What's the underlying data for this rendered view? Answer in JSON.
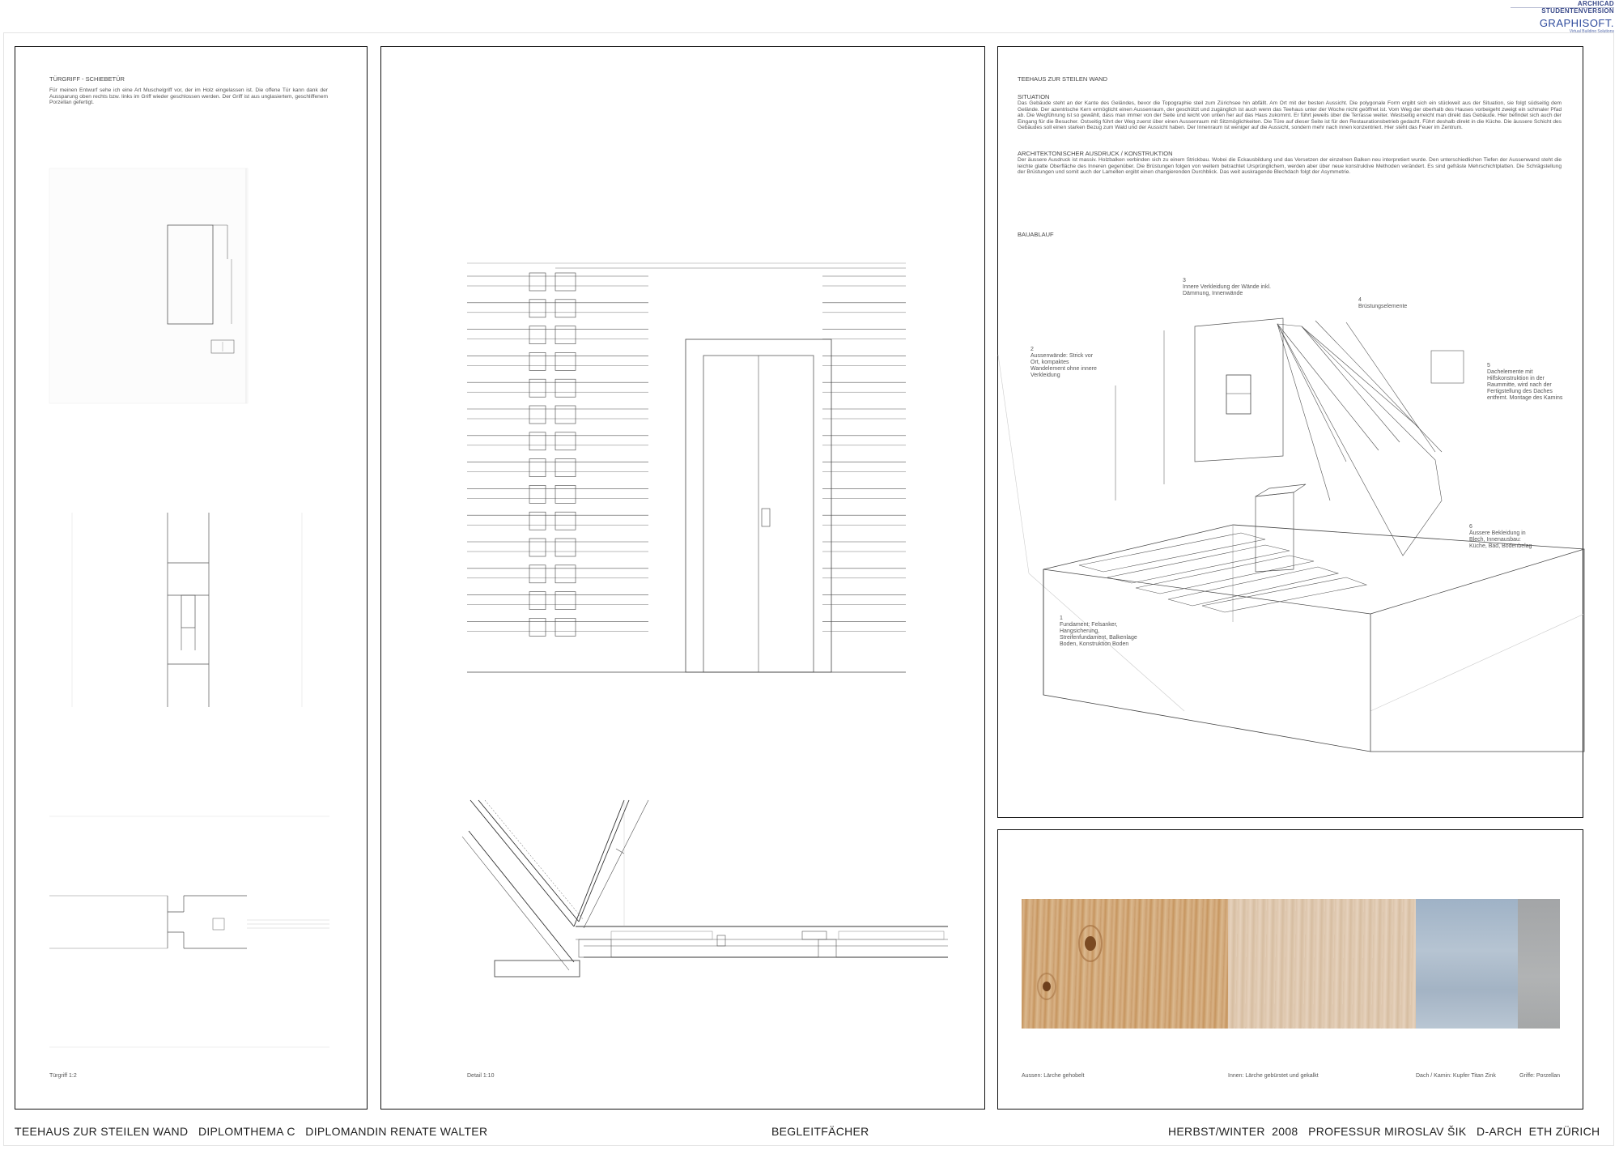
{
  "brand": {
    "edition": "ARCHICAD STUDENTENVERSION",
    "name": "GRAPHISOFT.",
    "tagline": "Virtual Building Solutions"
  },
  "left_panel": {
    "title": "TÜRGRIFF - SCHIEBETÜR",
    "text": "Für meinen Entwurf sehe ich eine Art Muschelgriff vor, der im Holz eingelassen ist. Die offene Tür kann dank der Aussparung oben rechts bzw. links im Griff wieder geschlossen werden. Der Griff ist aus unglasiertem, geschliffenem Porzellan gefertigt.",
    "scale": "Türgriff 1:2"
  },
  "middle_panel": {
    "scale": "Detail 1:10"
  },
  "right_panel": {
    "title": "TEEHAUS ZUR STEILEN WAND",
    "situation_heading": "SITUATION",
    "situation_text": "Das Gebäude steht an der Kante des Geländes, bevor die Topographie steil zum Zürichsee hin abfällt. Am Ort mit der besten Aussicht. Die polygonale Form ergibt sich ein stückweit aus der Situation, sie folgt südseitig dem Gelände. Der azentrische Kern ermöglicht einen Aussenraum, der geschützt und zugänglich ist auch wenn das Teehaus unter der Woche nicht geöffnet ist. Vom Weg der oberhalb des Hauses vorbeigeht zweigt ein schmaler Pfad ab. Die Wegführung ist so gewählt, dass man immer von der Seite und leicht von unten her auf das Haus zukommt. Er führt jeweils über die Terrasse weiter. Westseitig erreicht man direkt das Gebäude. Hier befindet sich auch der Eingang für die Besucher. Ostseitig führt der Weg zuerst über einen Aussenraum mit Sitzmöglichkeiten. Die Türe auf dieser Seite ist für den Restaurationsbetrieb gedacht. Führt deshalb direkt in die Küche. Die äussere Schicht des Gebäudes soll einen starken Bezug zum Wald und der Aussicht haben. Der Innenraum ist weniger auf die Aussicht, sondern mehr nach innen konzentriert. Hier steht das Feuer im Zentrum.",
    "architecture_heading": "ARCHITEKTONISCHER AUSDRUCK / KONSTRUKTION",
    "architecture_text": "Der äussere Ausdruck ist massiv. Holzbalken verbinden sich zu einem Strickbau. Wobei die Eckausbildung und das Versetzen der einzelnen Balken neu interpretiert wurde. Den unterschiedlichen Tiefen der Aussenwand steht die leichte glatte Oberfläche des Inneren gegenüber. Die Brüstungen folgen von weitem betrachtet Ursprünglichem, werden aber über neue konstruktive Methoden verändert. Es sind gefräste Mehrschichtplatten. Die Schrägstellung der Brüstungen und somit auch der Lamellen ergibt einen changierenden Durchblick. Das weit auskragende Blechdach folgt der Asymmetrie.",
    "construction_heading": "BAUABLAUF",
    "annotations": [
      {
        "num": "1",
        "text": "Fundament: Felsanker, Hangsicherung, Streifenfundament, Balkenlage Boden, Konstruktion Boden"
      },
      {
        "num": "2",
        "text": "Aussenwände: Strick vor Ort, kompaktes Wandelement ohne innere Verkleidung"
      },
      {
        "num": "3",
        "text": "Innere Verkleidung der Wände inkl. Dämmung, Innenwände"
      },
      {
        "num": "4",
        "text": "Brüstungselemente"
      },
      {
        "num": "5",
        "text": "Dachelemente mit Hilfskonstruktion in der Raummitte, wird nach der Fertigstellung des Daches entfernt. Montage des Kamins"
      },
      {
        "num": "6",
        "text": "Äussere Bekleidung in Blech, Innenausbau: Küche, Bad, Bodenbelag"
      }
    ]
  },
  "materials": [
    {
      "label": "Aussen: Lärche gehobelt",
      "color": "#cfa77b"
    },
    {
      "label": "Innen: Lärche gebürstet und gekalkt",
      "color": "#ddc6ad"
    },
    {
      "label": "Dach / Kamin: Kupfer Titan Zink",
      "color": "#a9b9c9"
    },
    {
      "label": "Griffe: Porzellan",
      "color": "#a9abac"
    }
  ],
  "footer": {
    "left": "TEEHAUS ZUR STEILEN WAND   DIPLOMTHEMA C   DIPLOMANDIN RENATE WALTER",
    "center": "BEGLEITFÄCHER",
    "right": "HERBST/WINTER  2008   PROFESSUR MIROSLAV ŠIK   D-ARCH  ETH ZÜRICH"
  }
}
